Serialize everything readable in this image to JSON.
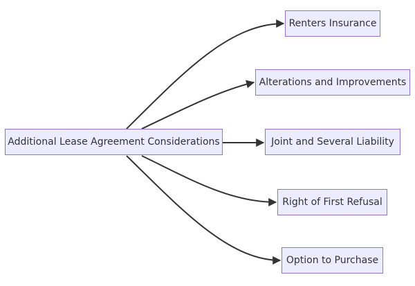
{
  "diagram": {
    "root": {
      "label": "Additional Lease Agreement Considerations"
    },
    "children": [
      {
        "label": "Renters Insurance"
      },
      {
        "label": "Alterations and Improvements"
      },
      {
        "label": "Joint and Several Liability"
      },
      {
        "label": "Right of First Refusal"
      },
      {
        "label": "Option to Purchase"
      }
    ]
  },
  "colors": {
    "node_fill": "#ececff",
    "node_border": "#9370db",
    "edge": "#333333",
    "text": "#333333"
  }
}
